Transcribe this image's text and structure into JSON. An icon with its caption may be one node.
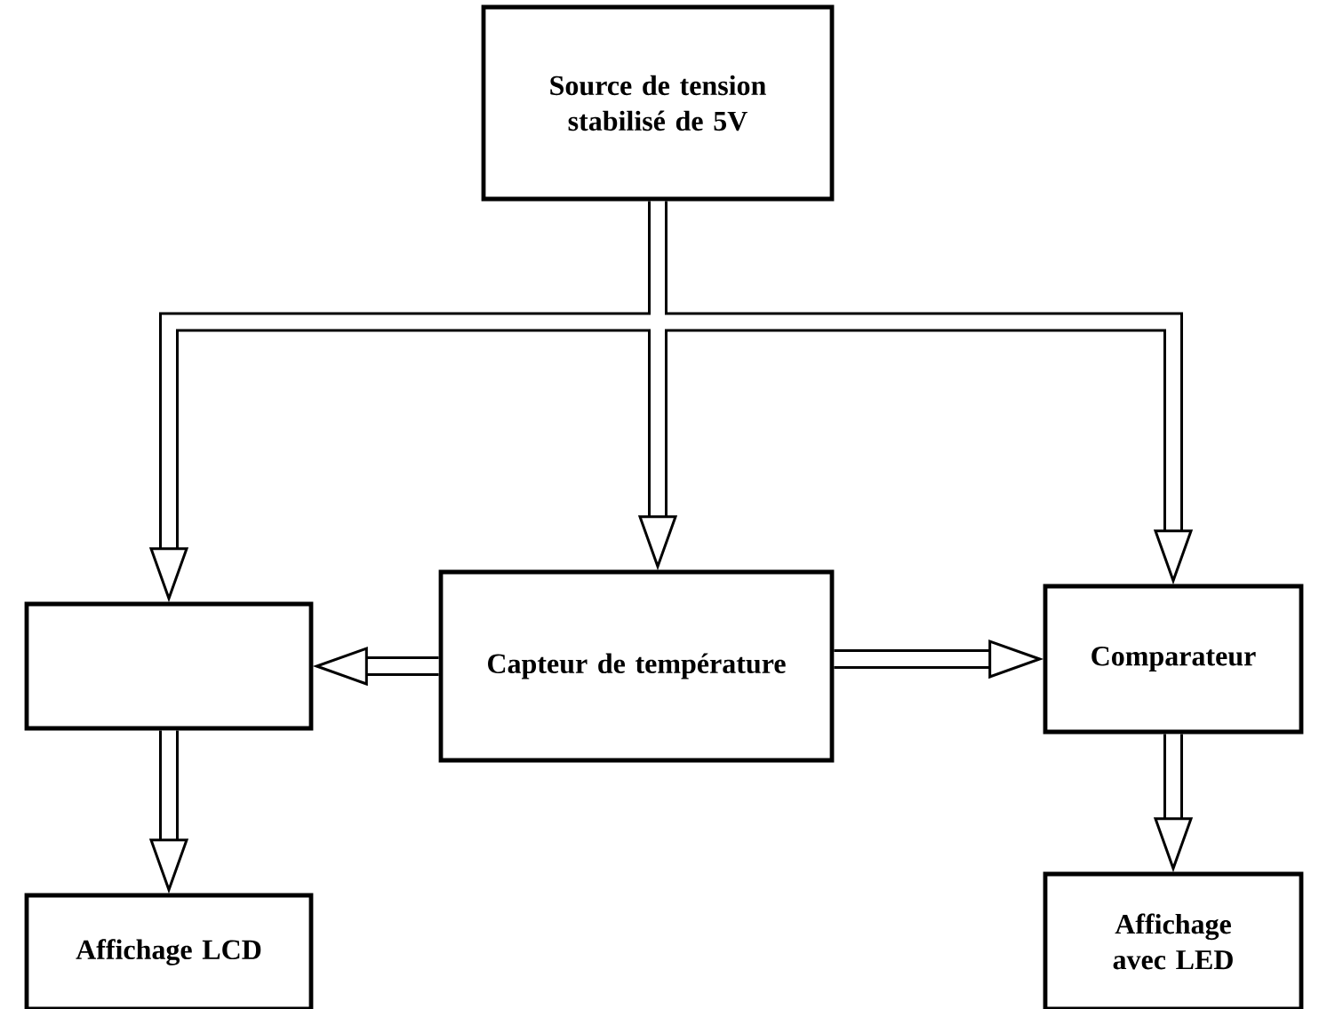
{
  "diagram": {
    "nodes": [
      {
        "text": [
          "Source de tension stabilisé de 5V"
        ]
      },
      {
        "text": [],
        "shape": "box"
      },
      {
        "text": [
          "Capteur de température"
        ]
      },
      {
        "text": [
          "Comparateur"
        ]
      },
      {
        "text": [
          "Affichage LCD"
        ]
      },
      {
        "text": [
          "Affichage avec LED"
        ]
      }
    ],
    "edges": [
      {
        "from": 0,
        "to": 2,
        "arrow": "to"
      },
      {
        "from": 0,
        "to": 1,
        "arrow": "to"
      },
      {
        "from": 0,
        "to": 3,
        "arrow": "to"
      },
      {
        "from": 2,
        "to": 1,
        "arrow": "to"
      },
      {
        "from": 2,
        "to": 3,
        "arrow": "to"
      },
      {
        "from": 1,
        "to": 4,
        "arrow": "to"
      },
      {
        "from": 3,
        "to": 5,
        "arrow": "to"
      }
    ]
  }
}
